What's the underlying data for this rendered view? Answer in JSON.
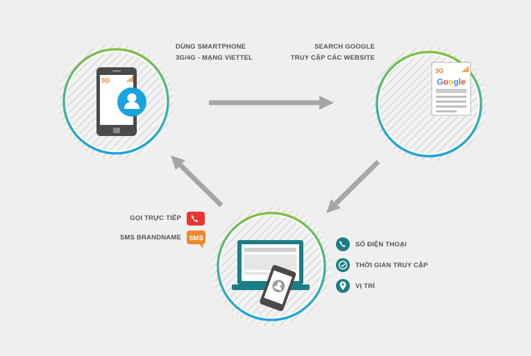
{
  "step_smartphone": {
    "line1": "DÙNG SMARTPHONE",
    "line2": "3G/4G - MẠNG VIETTEL",
    "badge": "3G"
  },
  "step_google": {
    "line1": "SEARCH GOOGLE",
    "line2": "TRUY CẬP CÁC WEBSITE",
    "badge": "3G",
    "logo": "Google"
  },
  "step_data": {
    "left_items": [
      {
        "label": "GỌI TRỰC TIẾP",
        "icon": "phone-icon",
        "color": "#e8352f"
      },
      {
        "label": "SMS BRANDNAME",
        "icon": "sms-icon",
        "badge_text": "SMS",
        "color": "#f0892c"
      }
    ],
    "right_items": [
      {
        "label": "SỐ ĐIỆN THOẠI",
        "icon": "phone-icon"
      },
      {
        "label": "THỜI GIAN TRUY CẬP",
        "icon": "clock-check-icon"
      },
      {
        "label": "VỊ TRÍ",
        "icon": "location-pin-icon"
      }
    ]
  },
  "colors": {
    "ring_top": "#7fc141",
    "ring_bottom": "#1aa3de",
    "teal": "#1b7e86",
    "arrow": "#a6a6a6",
    "device": "#4a4a4a",
    "accent": "#f47b20",
    "avatar": "#1aa3de"
  }
}
